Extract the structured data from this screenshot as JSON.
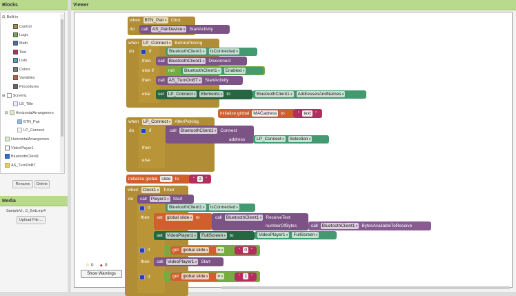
{
  "left": {
    "title": "Blocks",
    "builtin": "Built-in",
    "categories": [
      {
        "label": "Control",
        "color": "#b18e35"
      },
      {
        "label": "Logic",
        "color": "#77ab41"
      },
      {
        "label": "Math",
        "color": "#3f71b5"
      },
      {
        "label": "Text",
        "color": "#b32d5e"
      },
      {
        "label": "Lists",
        "color": "#49a6d4"
      },
      {
        "label": "Colors",
        "color": "#7d7d7d"
      },
      {
        "label": "Variables",
        "color": "#d05f2d"
      },
      {
        "label": "Procedures",
        "color": "#7c5385"
      }
    ],
    "components": [
      "Screen1",
      "LB_Title",
      "HorizontalArrangemen",
      "BTN_Pair",
      "LP_Connect",
      "HorizontalArrangemen",
      "VideoPlayer1",
      "BluetoothClient1",
      "AS_TurnOnBT"
    ],
    "rename": "Rename",
    "delete": "Delete",
    "media_title": "Media",
    "media_file": "SampleVi...0_2mb.mp4",
    "upload": "Upload File ..."
  },
  "viewer": {
    "title": "Viewer",
    "warnings_count": "0",
    "errors_count": "0",
    "show_warnings": "Show Warnings"
  },
  "blocks": {
    "when": "when",
    "do": "do",
    "call": "call",
    "if": "if",
    "then": "then",
    "else": "else",
    "elseif": "else if",
    "set": "set",
    "to": "to",
    "not": "not",
    "get": "get",
    "init": "initialize global",
    "address": "address",
    "numberOfBytes": "numberOfBytes",
    "e1": {
      "comp": "BTN_Pair",
      "evt": "Click",
      "c1": "AS_PairDevice",
      "m1": "StartActivity"
    },
    "e2": {
      "comp": "LP_Connect",
      "evt": "BeforePicking",
      "bt": "BluetoothClient1",
      "isc": "IsConnected",
      "disc": "Disconnect",
      "en": "Enabled",
      "ason": "AS_TurnOnBT",
      "sa": "StartActivity",
      "lp": "LP_Connect",
      "el": "Elements",
      "aan": "AddressesAndNames"
    },
    "g1": {
      "name": "MACadress",
      "value": "text"
    },
    "e3": {
      "comp": "LP_Connect",
      "evt": "AfterPicking",
      "bt": "BluetoothClient1",
      "conn": "Connect",
      "lp": "LP_Connect",
      "sel": "Selection"
    },
    "g2": {
      "name": "slide",
      "value": "2"
    },
    "e4": {
      "comp": "Clock1",
      "evt": "Timer",
      "pl": "Player1",
      "start": "Start",
      "bt": "BluetoothClient1",
      "isc": "IsConnected",
      "gs": "global slide",
      "rt": "ReceiveText",
      "bar": "BytesAvailableToReceive",
      "vp": "VideoPlayer1",
      "fs": "FullScreen",
      "eq": "=",
      "v0": "0",
      "v1": "1"
    }
  }
}
